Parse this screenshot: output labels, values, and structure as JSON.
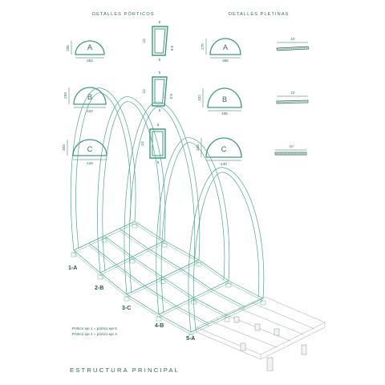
{
  "headers": {
    "porticos": "DETALLES PÓRTICOS",
    "pletinas": "DETALLES PLETINAS"
  },
  "arcs": [
    {
      "letter": "A",
      "width": "353",
      "height": "205"
    },
    {
      "letter": "B",
      "width": "422",
      "height": "293"
    },
    {
      "letter": "C",
      "width": "429",
      "height": "303"
    }
  ],
  "profiles": [
    {
      "top": "5",
      "side": "10",
      "inner": "9.8",
      "bottom": "5"
    },
    {
      "top": "5",
      "side": "10",
      "inner": "9.3",
      "bottom": "5"
    },
    {
      "top": "5",
      "side": "10",
      "inner": "",
      "bottom": "5"
    }
  ],
  "pletina_arcs": [
    {
      "letter": "A",
      "width": "365",
      "height": "275"
    },
    {
      "letter": "B",
      "width": "405",
      "height": "322"
    },
    {
      "letter": "C",
      "width": "440",
      "height": "338"
    }
  ],
  "plates": [
    {
      "width": "10"
    },
    {
      "width": "10"
    },
    {
      "width": "10"
    }
  ],
  "axes": [
    "1-A",
    "2-B",
    "3-C",
    "4-B",
    "5-A"
  ],
  "notes": [
    "Pórtico eje 1 = pórtico eje 5",
    "Pórtico eje 2 = pórtico eje 4"
  ],
  "footer": "ESTRUCTURA PRINCIPAL",
  "colors": {
    "ink": "#2f6b5c",
    "arc_stroke": "#3d9b7f",
    "frame": "#4aa88b",
    "platform": "#9aa5a2"
  }
}
